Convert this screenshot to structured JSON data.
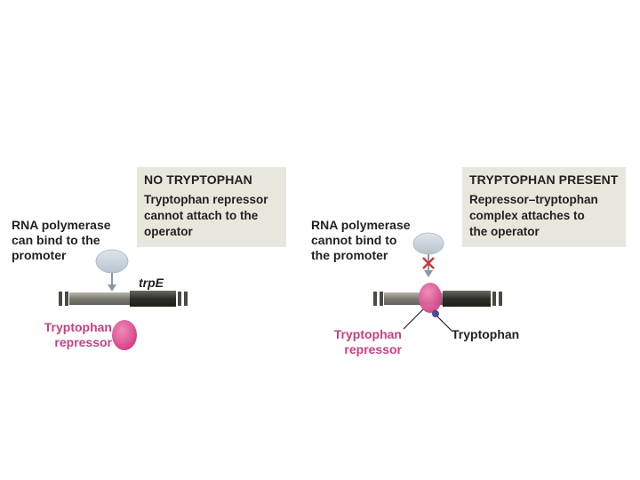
{
  "left_panel": {
    "box_title": "NO TRYPTOPHAN",
    "box_body_lines": [
      "Tryptophan repressor",
      "cannot attach to the",
      "operator"
    ],
    "polymerase_label_lines": [
      "RNA polymerase",
      "can bind to the",
      "promoter"
    ],
    "gene_label": "trpE",
    "repressor_label_lines": [
      "Tryptophan",
      "repressor"
    ]
  },
  "right_panel": {
    "box_title": "TRYPTOPHAN PRESENT",
    "box_body_lines": [
      "Repressor–tryptophan",
      "complex attaches to",
      "the operator"
    ],
    "polymerase_label_lines": [
      "RNA polymerase",
      "cannot bind to",
      "the promoter"
    ],
    "repressor_label_lines": [
      "Tryptophan",
      "repressor"
    ],
    "tryptophan_label": "Tryptophan"
  },
  "colors": {
    "box_bg": "#e8e7de",
    "repressor": "#d94d8e",
    "polymerase": "#c9d3dc",
    "blocked_x": "#c8363a",
    "dna_light": "#8c8b80",
    "dna_dark": "#3a3a34"
  }
}
